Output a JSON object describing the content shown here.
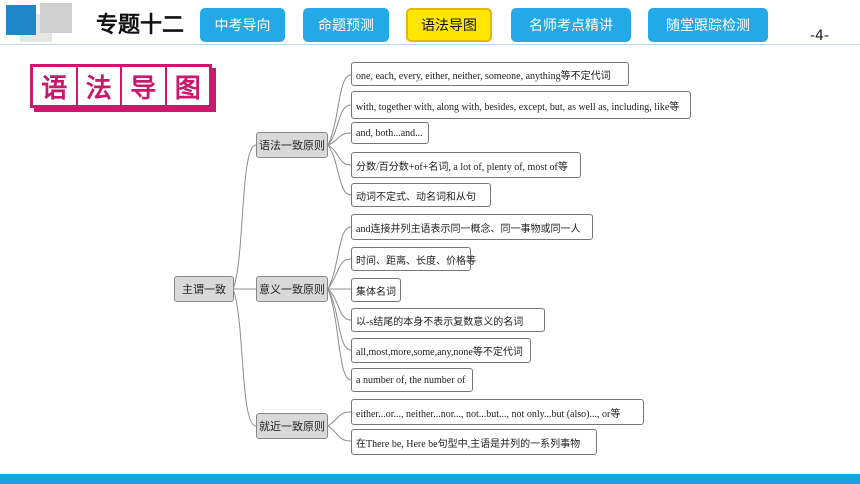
{
  "header": {
    "topic": "专题十二",
    "tabs": [
      {
        "label": "中考导向",
        "active": false
      },
      {
        "label": "命题预测",
        "active": false
      },
      {
        "label": "语法导图",
        "active": true
      },
      {
        "label": "名师考点精讲",
        "active": false
      },
      {
        "label": "随堂跟踪检测",
        "active": false
      }
    ],
    "page_number": "-4-"
  },
  "logo": {
    "chars": [
      "语",
      "法",
      "导",
      "图"
    ]
  },
  "mindmap": {
    "root": "主谓一致",
    "branches": [
      {
        "label": "语法一致原则",
        "items": [
          "one, each, every, either, neither, someone, anything等不定代词",
          "with, together with, along with, besides, except, but, as well as, including, like等",
          "and, both...and...",
          "分数/百分数+of+名词, a lot of, plenty of, most of等",
          "动词不定式、动名词和从句"
        ]
      },
      {
        "label": "意义一致原则",
        "items": [
          "and连接并列主语表示同一概念、同一事物或同一人",
          "时间、距离、长度、价格等",
          "集体名词",
          "以-s结尾的本身不表示复数意义的名词",
          "all,most,more,some,any,none等不定代词",
          "a number of, the number of"
        ]
      },
      {
        "label": "就近一致原则",
        "items": [
          "either...or..., neither...nor..., not...but..., not only...but (also)..., or等",
          "在There be, Here be句型中,主语是并列的一系列事物"
        ]
      }
    ]
  },
  "colors": {
    "tab": "#23a9e5",
    "tab_active": "#ffe600",
    "accent_bar": "#19a0e6",
    "logo": "#c8196d"
  }
}
